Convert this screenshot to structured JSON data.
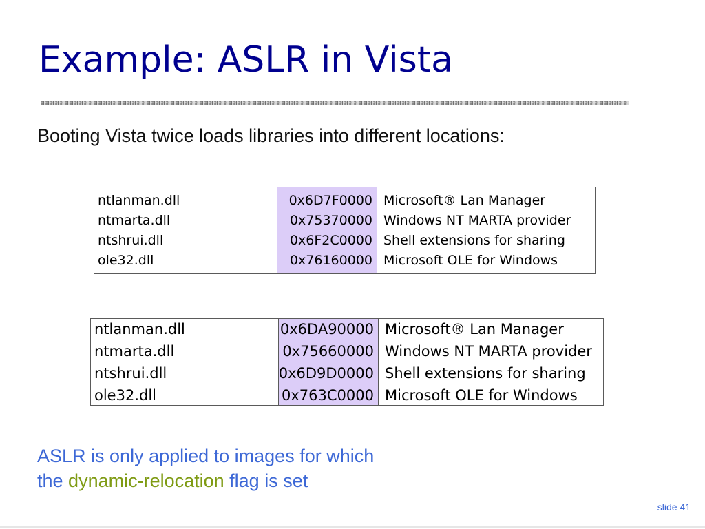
{
  "slide": {
    "title": "Example: ASLR in Vista",
    "subtitle": "Booting Vista twice loads libraries into different locations:",
    "tables": [
      {
        "rows": [
          {
            "name": "ntlanman.dll",
            "address": "0x6D7F0000",
            "description": "Microsoft® Lan Manager"
          },
          {
            "name": "ntmarta.dll",
            "address": "0x75370000",
            "description": "Windows NT MARTA provider"
          },
          {
            "name": "ntshrui.dll",
            "address": "0x6F2C0000",
            "description": "Shell extensions for sharing"
          },
          {
            "name": "ole32.dll",
            "address": "0x76160000",
            "description": "Microsoft OLE for Windows"
          }
        ]
      },
      {
        "rows": [
          {
            "name": "ntlanman.dll",
            "address": "0x6DA90000",
            "description": "Microsoft® Lan Manager"
          },
          {
            "name": "ntmarta.dll",
            "address": "0x75660000",
            "description": "Windows NT MARTA provider"
          },
          {
            "name": "ntshrui.dll",
            "address": "0x6D9D0000",
            "description": "Shell extensions for sharing"
          },
          {
            "name": "ole32.dll",
            "address": "0x763C0000",
            "description": "Microsoft OLE for Windows"
          }
        ]
      }
    ],
    "note": {
      "line1": "ASLR is only applied to images for which",
      "line2_prefix": "the ",
      "line2_highlight": "dynamic-relocation",
      "line2_suffix": " flag is set"
    },
    "slide_number": "slide 41"
  },
  "colors": {
    "title": "#00008f",
    "note_text": "#3d68d6",
    "note_highlight": "#7f9b14",
    "address_highlight": "#dccdf8"
  }
}
